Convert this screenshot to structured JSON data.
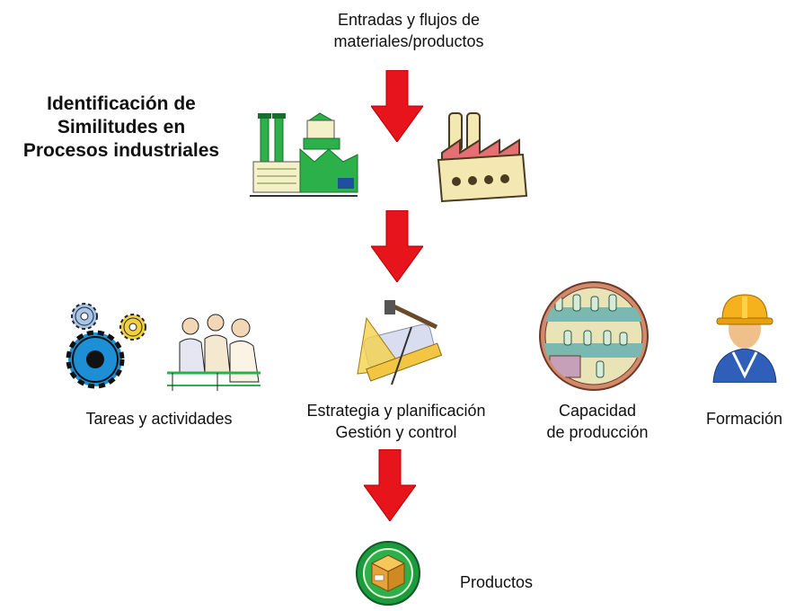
{
  "header": {
    "inputs_line1": "Entradas y flujos de",
    "inputs_line2": "materiales/productos"
  },
  "identification": {
    "line1": "Identificación de",
    "line2": "Similitudes en",
    "line3": "Procesos industriales"
  },
  "nodes": {
    "tasks": "Tareas y actividades",
    "strategy_line1": "Estrategia y planificación",
    "strategy_line2": "Gestión y control",
    "capacity_line1": "Capacidad",
    "capacity_line2": "de producción",
    "training": "Formación",
    "products": "Productos"
  },
  "colors": {
    "arrow": "#e8141c",
    "green": "#2bb04a",
    "factory_pink": "#e66f73"
  },
  "icons": {
    "green_factory": "factory-icon",
    "cream_factory": "factory-icon",
    "gears": "gears-icon",
    "workers": "workers-icon",
    "tools": "drafting-tools-icon",
    "production_line": "production-line-icon",
    "worker_helmet": "hard-hat-worker-icon",
    "product_box": "box-badge-icon"
  }
}
